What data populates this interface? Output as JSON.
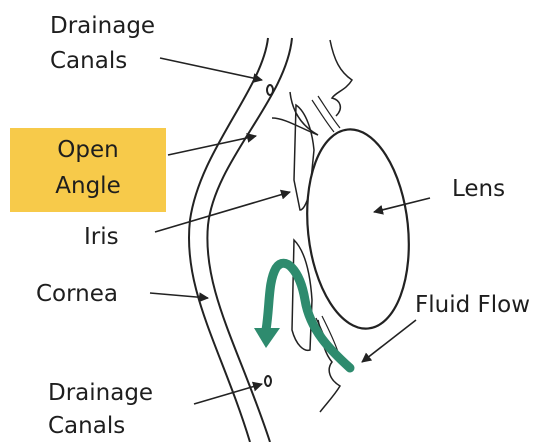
{
  "labels": {
    "drainage_top_line1": "Drainage",
    "drainage_top_line2": "Canals",
    "open_angle_line1": "Open",
    "open_angle_line2": "Angle",
    "iris": "Iris",
    "cornea": "Cornea",
    "lens": "Lens",
    "fluid_flow": "Fluid Flow",
    "drainage_bottom_line1": "Drainage",
    "drainage_bottom_line2": "Canals"
  },
  "colors": {
    "highlight": "#f7ca4a",
    "fluid_flow_arrow": "#2e8b6e",
    "outline": "#222222",
    "text": "#1e1e1e"
  }
}
